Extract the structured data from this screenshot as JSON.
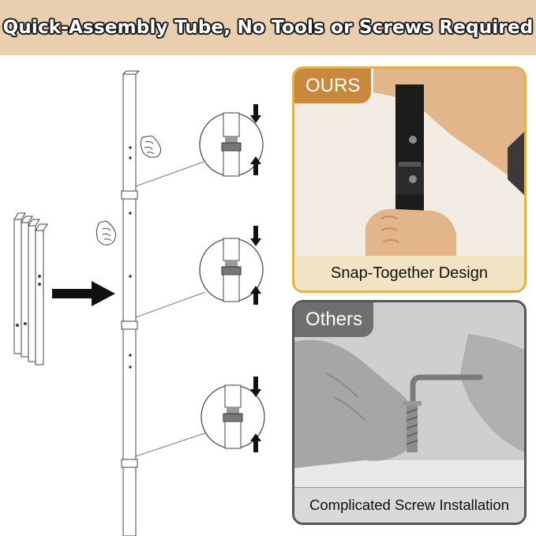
{
  "banner": {
    "title": "Quick-Assembly Tube, No Tools or Screws Required"
  },
  "ours_panel": {
    "tag": "OURS",
    "caption": "Snap-Together Design"
  },
  "others_panel": {
    "tag": "Others",
    "caption": "Complicated Screw Installation"
  },
  "colors": {
    "banner_bg": "#e9cfb0",
    "ours_accent": "#e0b24a",
    "ours_tag": "#c8893e",
    "others_tag": "#6f6f6f",
    "others_border": "#555555"
  },
  "icons": [
    "right-arrow-icon",
    "down-arrow-icon",
    "up-arrow-icon",
    "hand-icon"
  ]
}
